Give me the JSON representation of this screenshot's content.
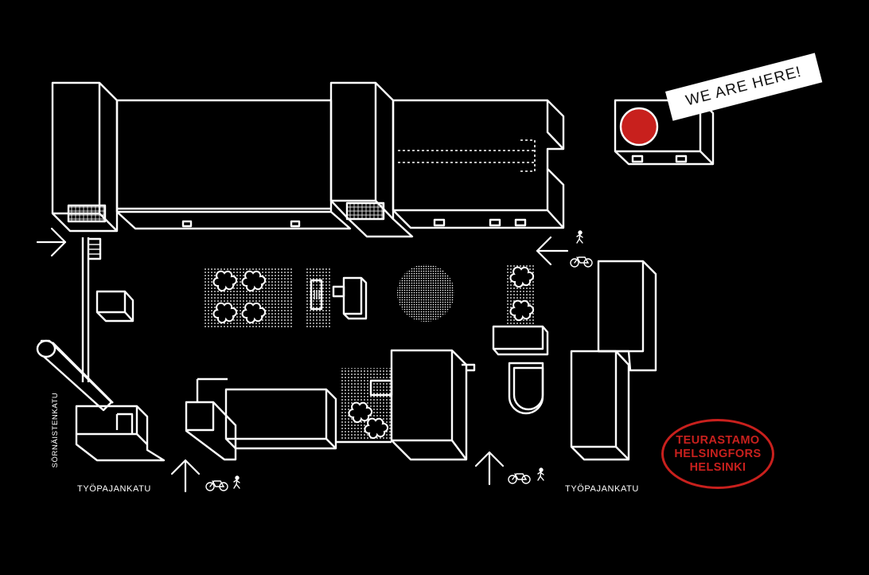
{
  "map": {
    "you_are_here": "WE ARE HERE!",
    "streets": {
      "west": "SÖRNÄISTENKATU",
      "south_left": "TYÖPAJANKATU",
      "south_right": "TYÖPAJANKATU"
    },
    "badge": {
      "line1": "TEURASTAMO",
      "line2": "HELSINGFORS",
      "line3": "HELSINKI"
    },
    "colors": {
      "background": "#000000",
      "lines": "#ffffff",
      "accent": "#c8201d"
    }
  }
}
